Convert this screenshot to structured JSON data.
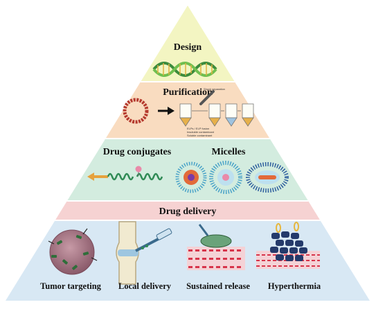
{
  "tiers": {
    "design": {
      "title": "Design",
      "color": "#f3f5c2"
    },
    "purification": {
      "title": "Purification",
      "color": "#f9dcc0",
      "notes": [
        "Shock separation",
        "ELPs / ELP fusion",
        "Insoluble contaminant",
        "Soluble contaminant"
      ]
    },
    "conjugates": {
      "title": "Drug conjugates",
      "color": "#d3ecdf"
    },
    "micelles": {
      "title": "Micelles"
    },
    "delivery_band": {
      "title": "Drug delivery",
      "color": "#f6d2d2"
    },
    "applications": {
      "color": "#d8e8f4",
      "labels": [
        "Tumor targeting",
        "Local delivery",
        "Sustained release",
        "Hyperthermia"
      ]
    }
  }
}
